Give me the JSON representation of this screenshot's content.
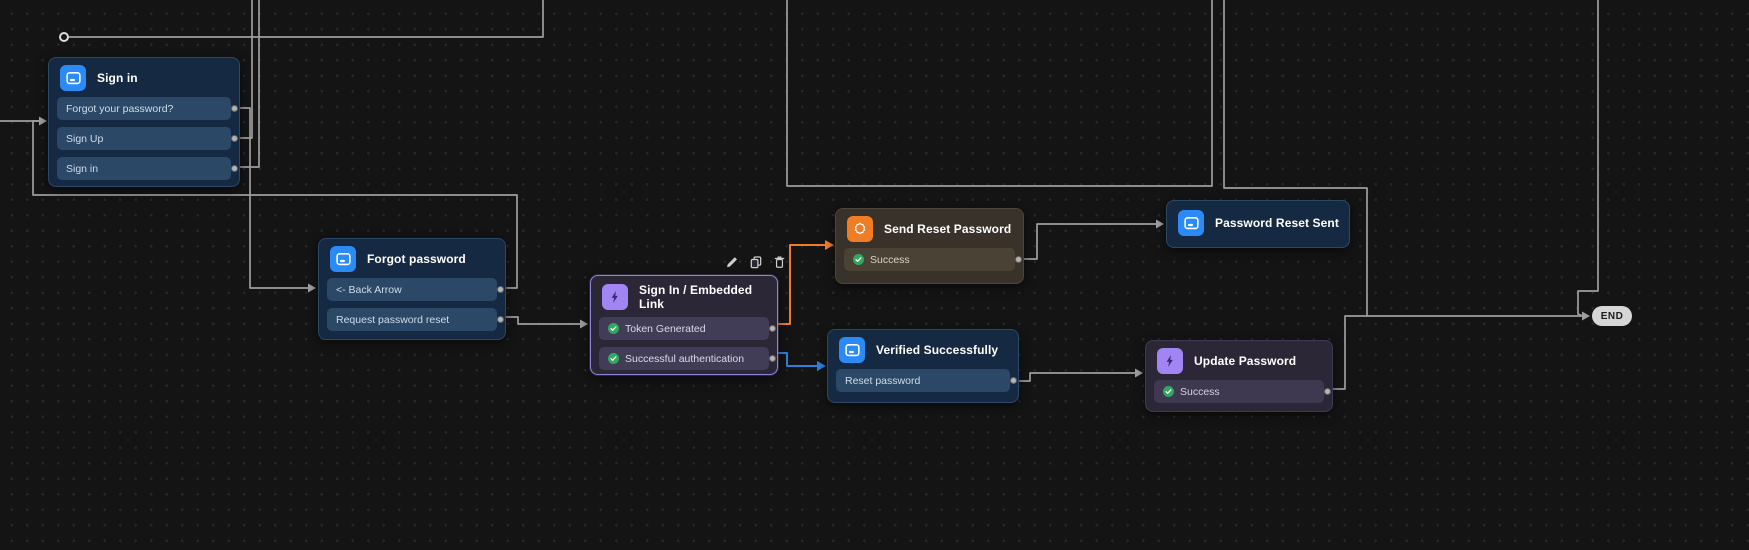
{
  "colors": {
    "edge": "#9e9e9e",
    "orange": "#ee7c2b",
    "blue": "#2f7fe3",
    "green_check": "#31a862",
    "icon_blue": "#2a8af6",
    "icon_purple": "#a185f2",
    "icon_orange": "#f07c24",
    "end_bg": "#d6d6d6"
  },
  "selection_toolbar": {
    "icons": [
      "pencil-icon",
      "copy-icon",
      "trash-icon"
    ]
  },
  "end": {
    "label": "END"
  },
  "nodes": [
    {
      "id": "sign-in",
      "title": "Sign in",
      "icon": "screen-icon",
      "rows": [
        {
          "label": "Forgot your password?"
        },
        {
          "label": "Sign Up"
        },
        {
          "label": "Sign in"
        }
      ]
    },
    {
      "id": "forgot-password",
      "title": "Forgot password",
      "icon": "screen-icon",
      "rows": [
        {
          "label": "<- Back Arrow"
        },
        {
          "label": "Request password reset"
        }
      ]
    },
    {
      "id": "sign-in-embedded-link",
      "title": "Sign In / Embedded Link",
      "icon": "lightning-icon",
      "selected": true,
      "rows": [
        {
          "label": "Token Generated",
          "check": true
        },
        {
          "label": "Successful authentication",
          "check": true
        }
      ]
    },
    {
      "id": "send-reset-password",
      "title": "Send Reset Password",
      "icon": "seal-badge-icon",
      "rows": [
        {
          "label": "Success",
          "check": true
        }
      ]
    },
    {
      "id": "password-reset-sent",
      "title": "Password Reset Sent",
      "icon": "screen-icon",
      "rows": []
    },
    {
      "id": "verified-successfully",
      "title": "Verified Successfully",
      "icon": "screen-icon",
      "rows": [
        {
          "label": "Reset password"
        }
      ]
    },
    {
      "id": "update-password",
      "title": "Update Password",
      "icon": "lightning-icon",
      "rows": [
        {
          "label": "Success",
          "check": true
        }
      ]
    }
  ]
}
